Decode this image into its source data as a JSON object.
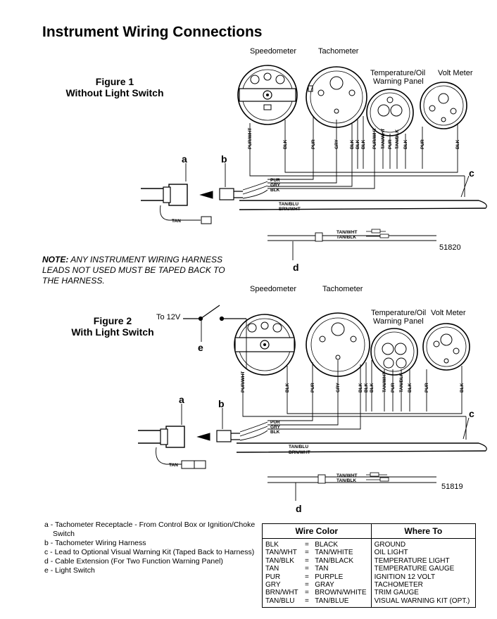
{
  "page_title": "Instrument Wiring Connections",
  "figure1": {
    "title_line1": "Figure 1",
    "title_line2": "Without Light Switch",
    "number": "51820",
    "gauges": {
      "speedometer": "Speedometer",
      "tachometer": "Tachometer",
      "temp_oil_line1": "Temperature/Oil",
      "temp_oil_line2": "Warning Panel",
      "volt_meter": "Volt Meter"
    },
    "wires_top": [
      "PUR/WHT",
      "BLK",
      "PUR",
      "GRY",
      "BLK",
      "BLK",
      "BLK",
      "PUR/WHT",
      "TAN/WHT",
      "PUR",
      "TAN/BLK",
      "BLK",
      "PUR",
      "BLK"
    ],
    "wires_harness": [
      "PUR",
      "GRY",
      "BLK",
      "TAN/BLU",
      "BRN/WHT",
      "TAN"
    ],
    "wires_ext": [
      "TAN/WHT",
      "TAN/BLK"
    ],
    "letters": {
      "a": "a",
      "b": "b",
      "c": "c",
      "d": "d"
    }
  },
  "note": {
    "lead": "NOTE:",
    "text_line1": " ANY INSTRUMENT WIRING HARNESS",
    "text_line2": "LEADS NOT USED MUST BE TAPED BACK TO",
    "text_line3": "THE HARNESS."
  },
  "figure2": {
    "title_line1": "Figure 2",
    "title_line2": "With Light Switch",
    "number": "51819",
    "to12v": "To 12V",
    "gauges": {
      "speedometer": "Speedometer",
      "tachometer": "Tachometer",
      "temp_oil_line1": "Temperature/Oil",
      "temp_oil_line2": "Warning Panel",
      "volt_meter": "Volt Meter"
    },
    "wires_top": [
      "PUR/WHT",
      "BLK",
      "PUR",
      "GRY",
      "BLK",
      "BLK",
      "BLK",
      "TAN/WHT",
      "PUR",
      "TAN/BLK",
      "BLK",
      "PUR",
      "BLK"
    ],
    "wires_harness": [
      "PUR",
      "GRY",
      "BLK",
      "TAN/BLU",
      "BRN/WHT",
      "TAN"
    ],
    "wires_ext": [
      "TAN/WHT",
      "TAN/BLK"
    ],
    "letters": {
      "a": "a",
      "b": "b",
      "c": "c",
      "d": "d",
      "e": "e"
    }
  },
  "legend": [
    "a - Tachometer Receptacle - From Control Box or Ignition/Choke",
    "Switch",
    "b - Tachometer Wiring Harness",
    "c - Lead to Optional Visual Warning Kit (Taped Back to Harness)",
    "d - Cable Extension (For Two Function Warning Panel)",
    "e - Light Switch"
  ],
  "wire_table": {
    "header_color": "Wire Color",
    "header_where": "Where To",
    "rows": [
      {
        "code": "BLK",
        "eq": "=",
        "color": "BLACK",
        "where": "GROUND"
      },
      {
        "code": "TAN/WHT",
        "eq": "=",
        "color": "TAN/WHITE",
        "where": "OIL LIGHT"
      },
      {
        "code": "TAN/BLK",
        "eq": "=",
        "color": "TAN/BLACK",
        "where": "TEMPERATURE LIGHT"
      },
      {
        "code": "TAN",
        "eq": "=",
        "color": "TAN",
        "where": "TEMPERATURE GAUGE"
      },
      {
        "code": "PUR",
        "eq": "=",
        "color": "PURPLE",
        "where": "IGNITION 12 VOLT"
      },
      {
        "code": "GRY",
        "eq": "=",
        "color": "GRAY",
        "where": "TACHOMETER"
      },
      {
        "code": "BRN/WHT",
        "eq": "=",
        "color": "BROWN/WHITE",
        "where": "TRIM GAUGE"
      },
      {
        "code": "TAN/BLU",
        "eq": "=",
        "color": "TAN/BLUE",
        "where": "VISUAL WARNING KIT (OPT.)"
      }
    ]
  }
}
